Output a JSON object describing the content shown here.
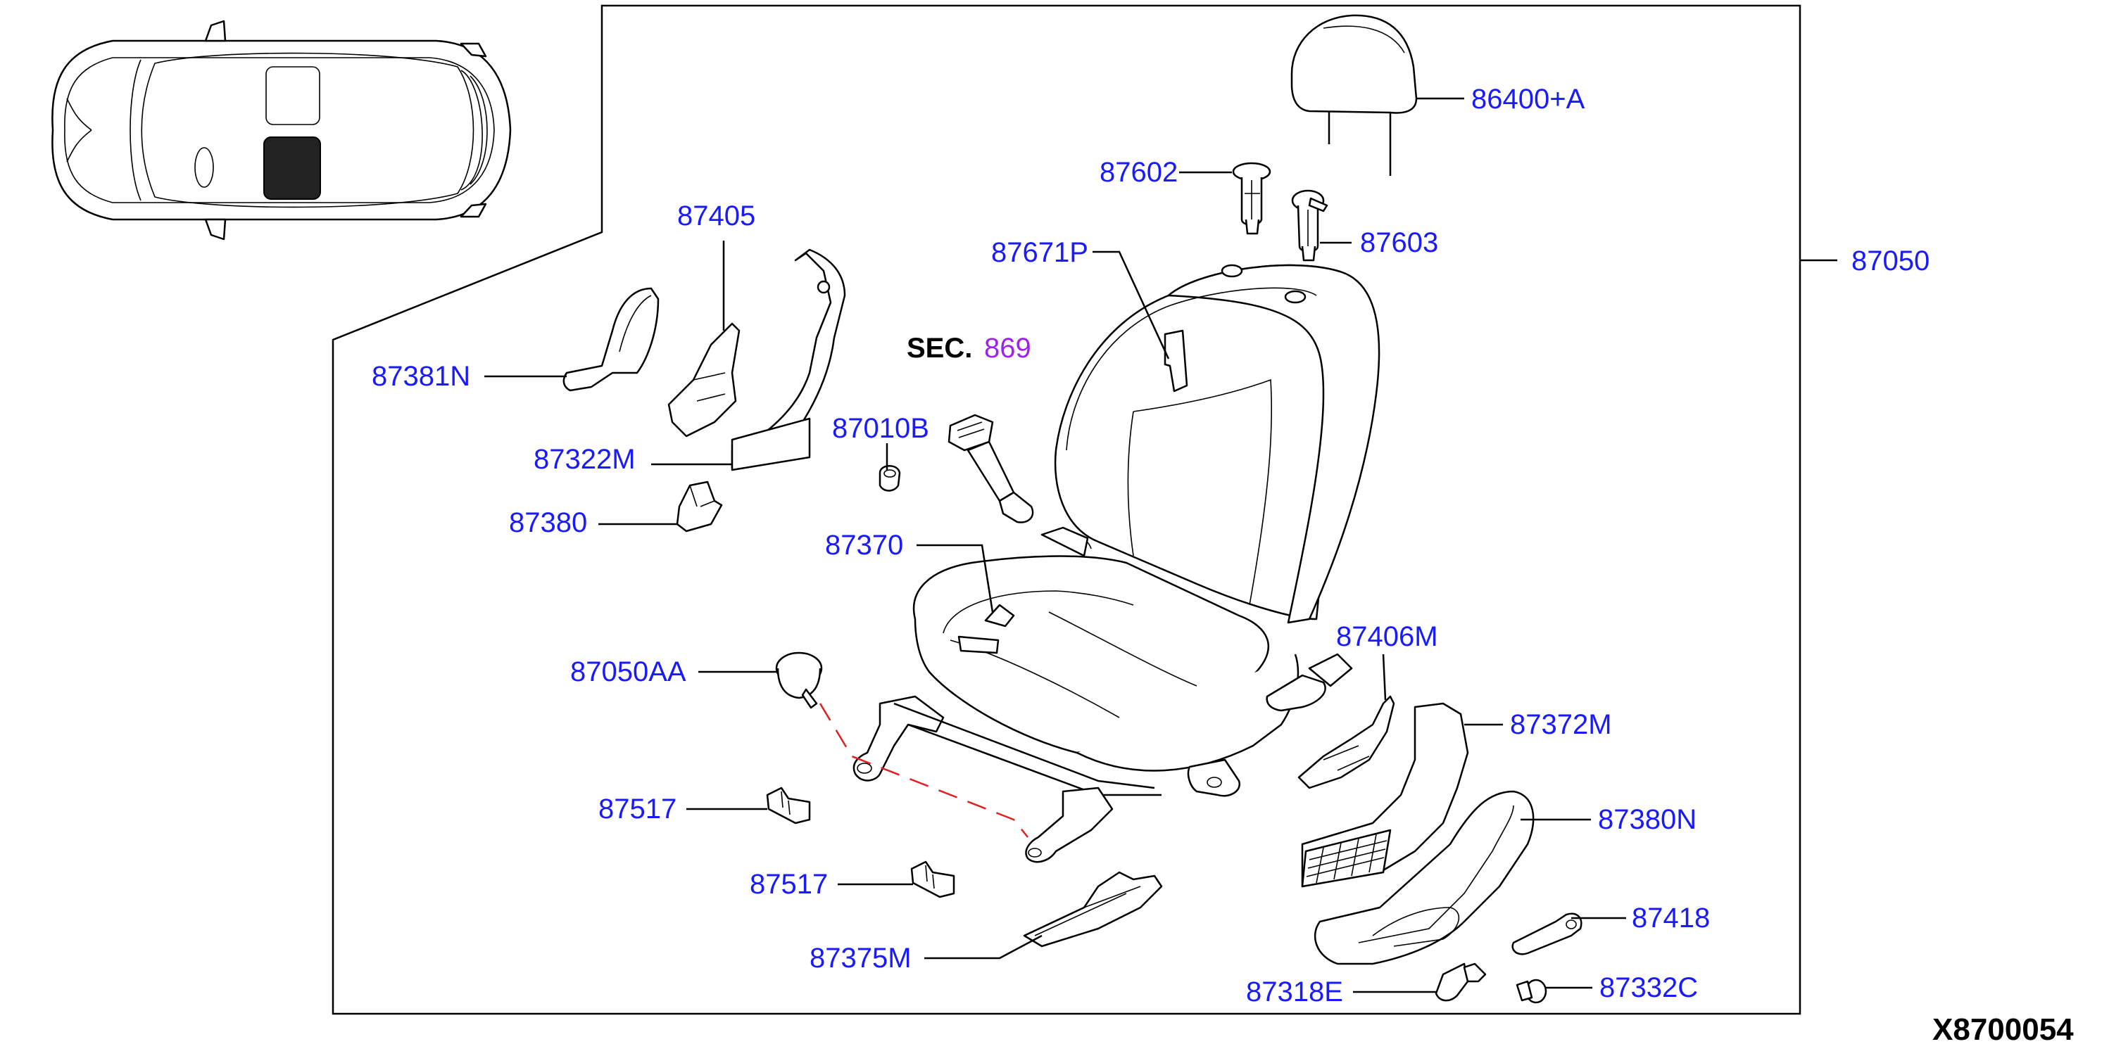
{
  "diagram": {
    "labels": {
      "p86400a": "86400+A",
      "p87602": "87602",
      "p87603": "87603",
      "p87050": "87050",
      "p87405": "87405",
      "p87671p": "87671P",
      "p87381n": "87381N",
      "p87010b": "87010B",
      "p87322m": "87322M",
      "p87380": "87380",
      "p87370": "87370",
      "p87406m": "87406M",
      "p87050aa": "87050AA",
      "p87372m": "87372M",
      "p87517a": "87517",
      "p87380n": "87380N",
      "p87517b": "87517",
      "p87418": "87418",
      "p87375m": "87375M",
      "p87318e": "87318E",
      "p87332c": "87332C"
    },
    "section_ref": {
      "prefix": "SEC.",
      "number": "869"
    },
    "drawing_code": "X8700054",
    "colors": {
      "label": "#1a1aff",
      "section_number": "#a020f0",
      "dashed_link": "#e02020"
    }
  }
}
